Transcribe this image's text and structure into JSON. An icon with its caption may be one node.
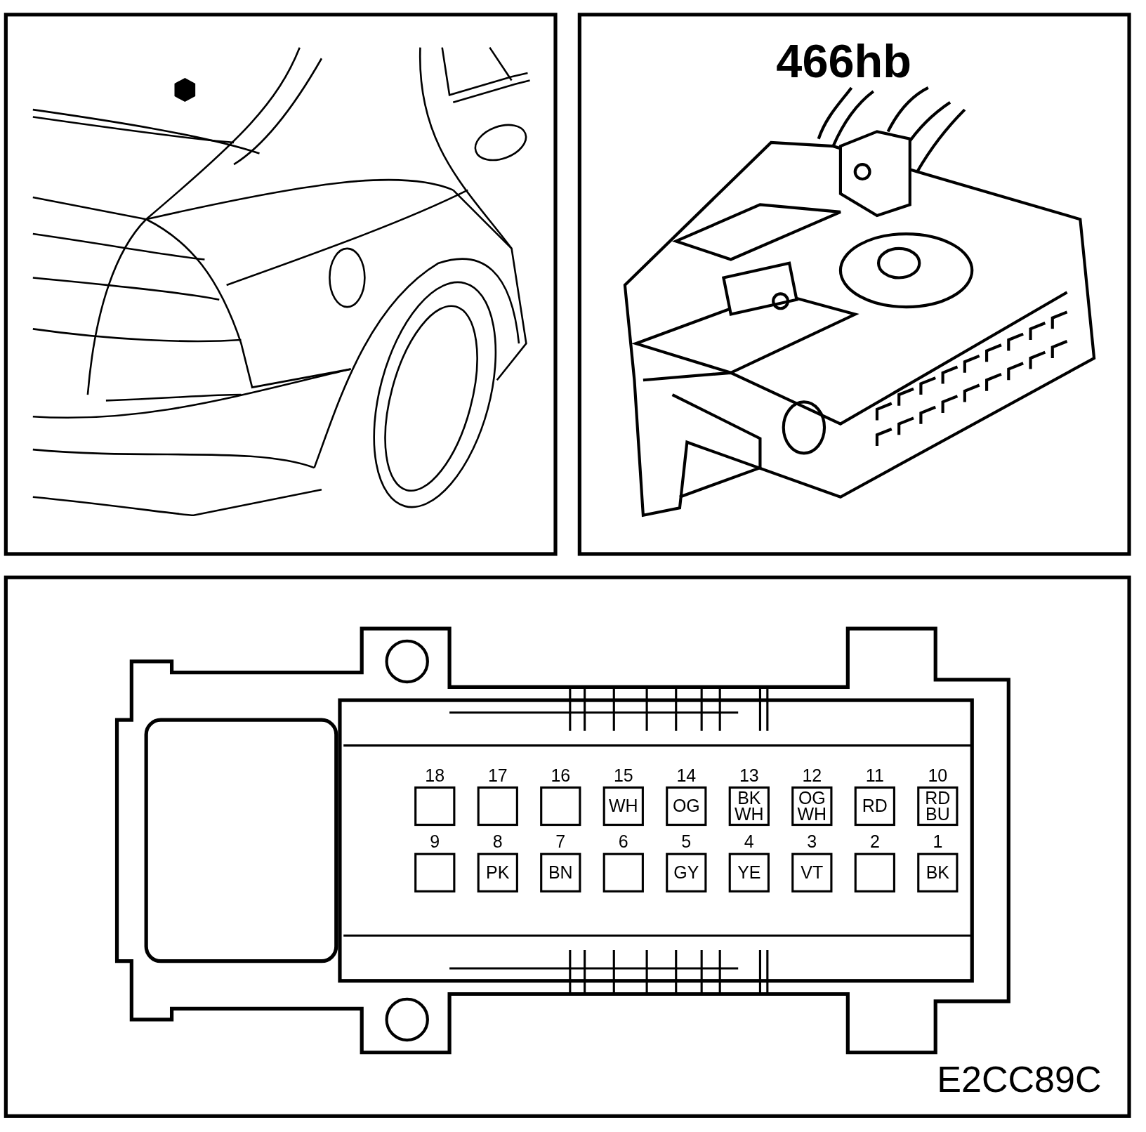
{
  "diagram": {
    "nodes": [
      {
        "text": [],
        "shape": "box",
        "beside": [
          "18"
        ]
      },
      {
        "text": [],
        "shape": "box",
        "beside": [
          "17"
        ]
      },
      {
        "text": [],
        "shape": "box",
        "beside": [
          "16"
        ]
      },
      {
        "text": [
          "WH"
        ],
        "beside": [
          "15"
        ]
      },
      {
        "text": [
          "OG"
        ],
        "beside": [
          "14"
        ]
      },
      {
        "text": [
          "BK WH"
        ],
        "beside": [
          "13"
        ]
      },
      {
        "text": [
          "OG WH"
        ],
        "beside": [
          "12"
        ]
      },
      {
        "text": [
          "RD"
        ],
        "beside": [
          "11"
        ]
      },
      {
        "text": [
          "RD BU"
        ],
        "beside": [
          "10"
        ]
      },
      {
        "text": [],
        "shape": "box",
        "beside": [
          "9"
        ]
      },
      {
        "text": [
          "PK"
        ],
        "beside": [
          "8"
        ]
      },
      {
        "text": [
          "BN"
        ],
        "beside": [
          "7"
        ]
      },
      {
        "text": [],
        "shape": "box",
        "beside": [
          "6"
        ]
      },
      {
        "text": [
          "GY"
        ],
        "beside": [
          "5"
        ]
      },
      {
        "text": [
          "YE"
        ],
        "beside": [
          "4"
        ]
      },
      {
        "text": [
          "VT"
        ],
        "beside": [
          "3"
        ]
      },
      {
        "text": [],
        "shape": "box",
        "beside": [
          "2"
        ]
      },
      {
        "text": [
          "BK"
        ],
        "beside": [
          "1"
        ]
      }
    ],
    "labels": [
      "466hb",
      "E2CC89C"
    ]
  }
}
